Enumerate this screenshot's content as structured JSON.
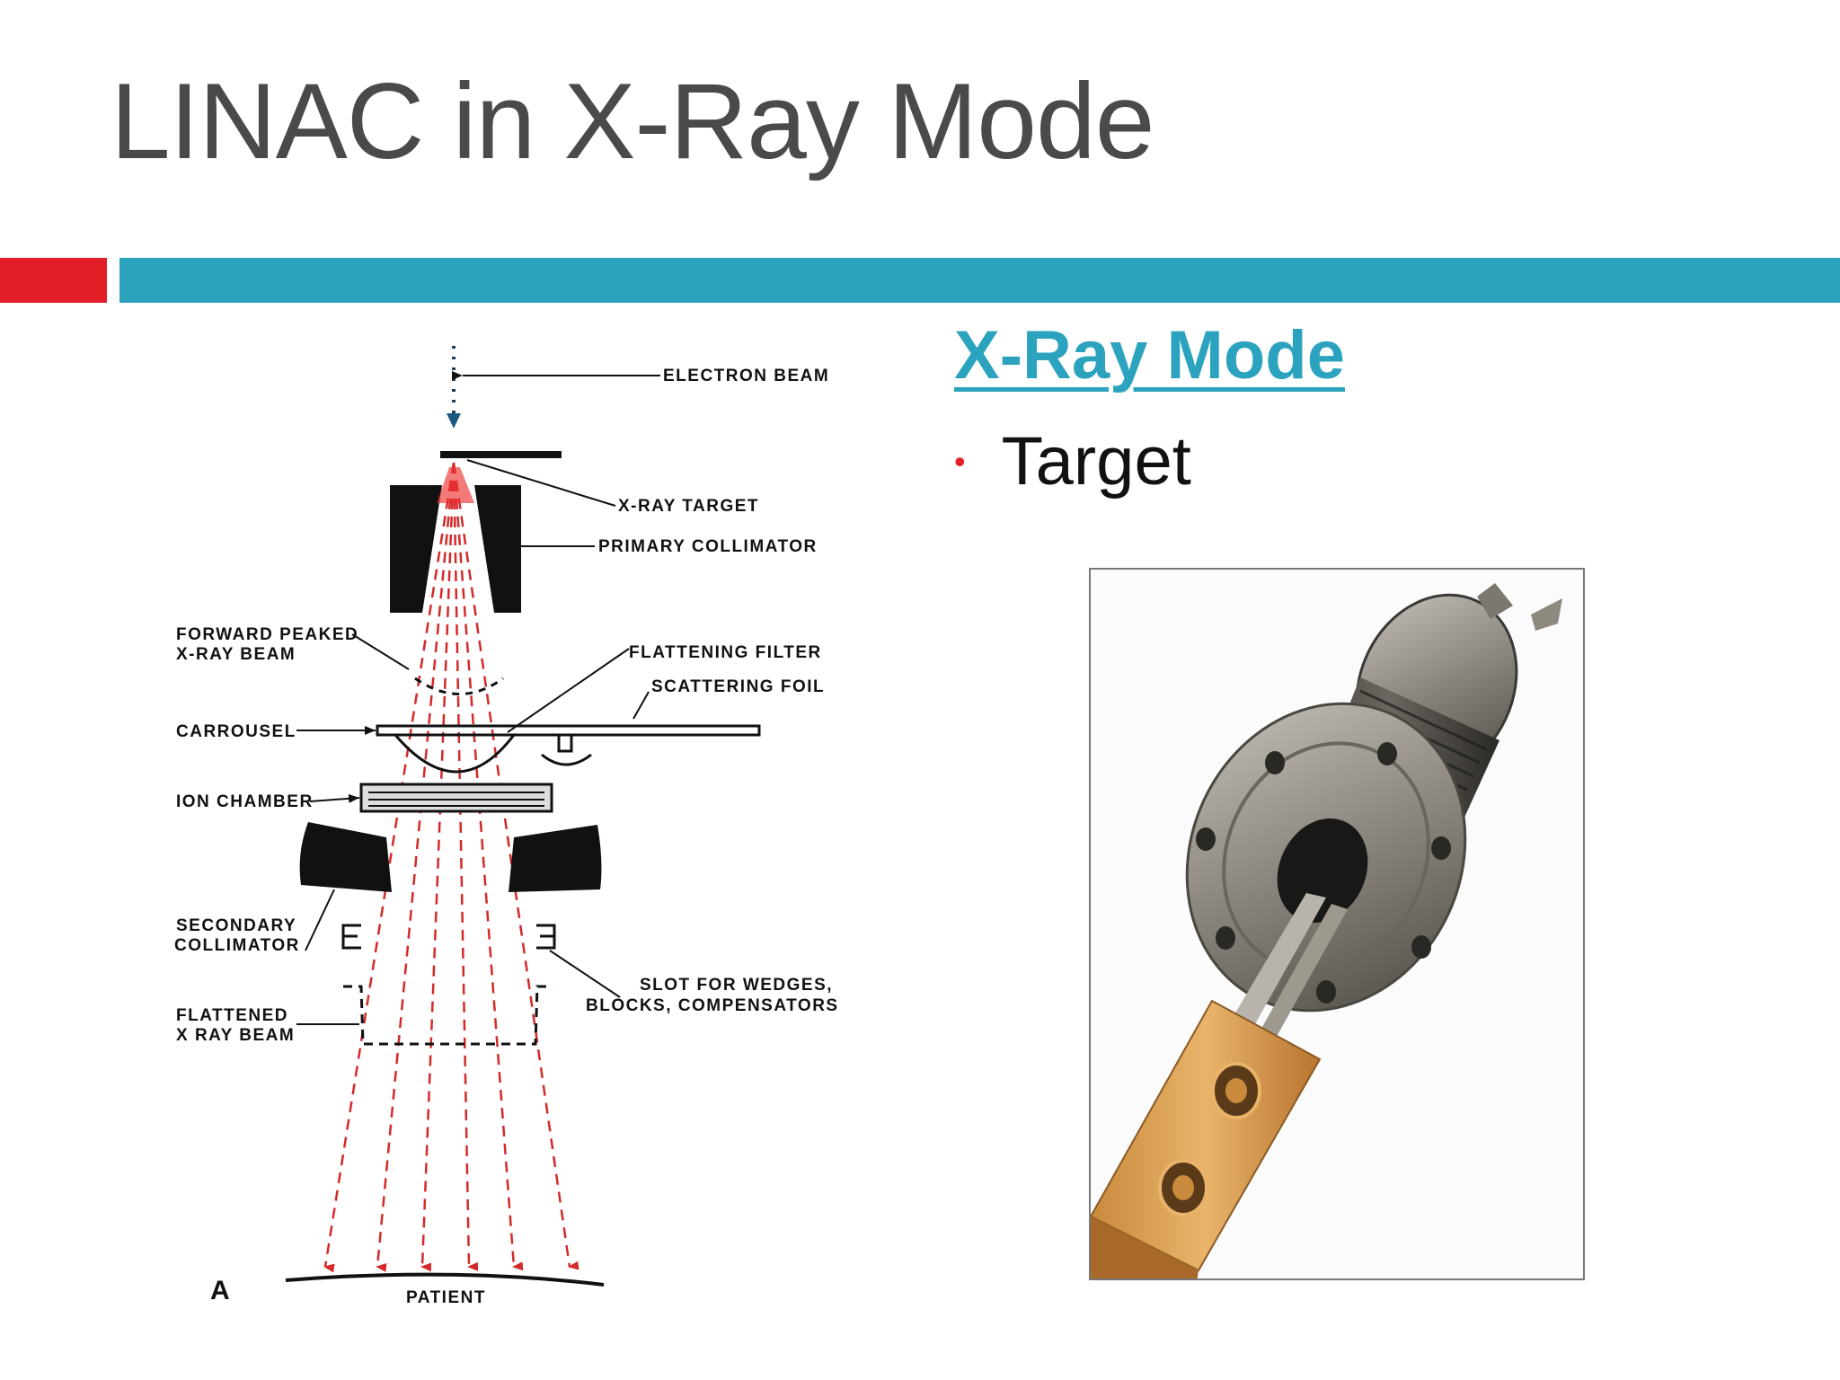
{
  "slide": {
    "title": "LINAC in X-Ray Mode",
    "accent_colors": {
      "red": "#e31e26",
      "blue": "#2ba3bf"
    }
  },
  "content": {
    "heading": "X-Ray Mode",
    "bullets": [
      "Target"
    ]
  },
  "diagram": {
    "labels": {
      "electron_beam": "ELECTRON BEAM",
      "xray_target": "X-RAY TARGET",
      "primary_collimator": "PRIMARY COLLIMATOR",
      "forward_peaked_1": "FORWARD PEAKED",
      "forward_peaked_2": "X-RAY BEAM",
      "flattening_filter": "FLATTENING FILTER",
      "scattering_foil": "SCATTERING FOIL",
      "carrousel": "CARROUSEL",
      "ion_chamber": "ION CHAMBER",
      "secondary_collimator_1": "SECONDARY",
      "secondary_collimator_2": "COLLIMATOR",
      "slot_1": "SLOT FOR WEDGES,",
      "slot_2": "BLOCKS, COMPENSATORS",
      "flattened_1": "FLATTENED",
      "flattened_2": "X RAY BEAM",
      "panel_letter": "A",
      "patient": "PATIENT"
    },
    "beam_color": "#d42a2a"
  },
  "photo": {
    "subject": "x-ray-target-assembly"
  }
}
